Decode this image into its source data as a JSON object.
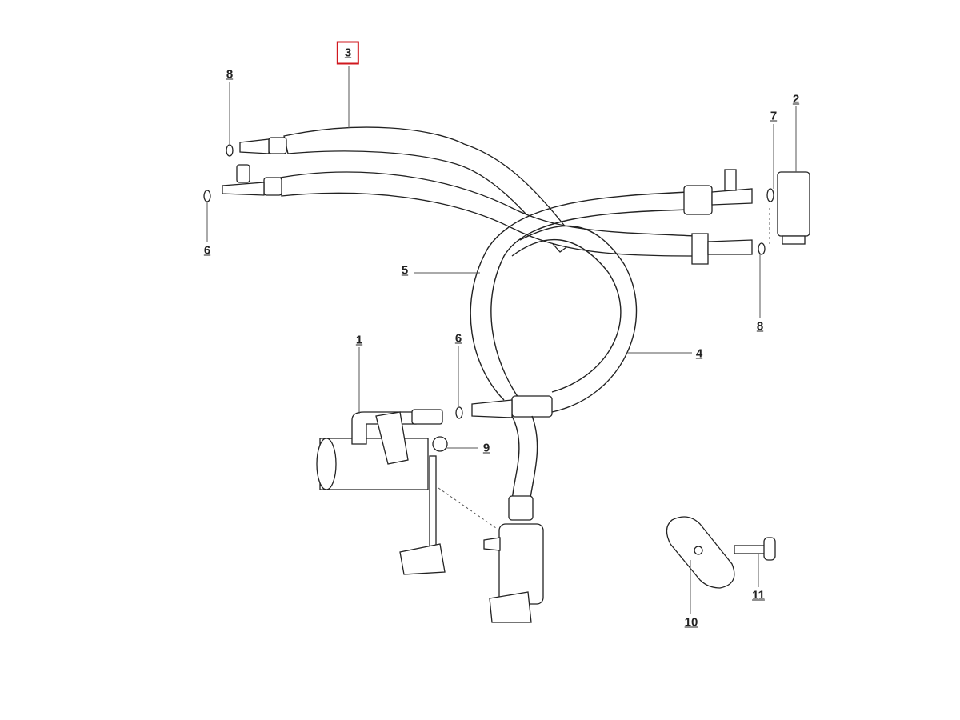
{
  "diagram": {
    "selected_part": "3",
    "highlight_color": "#d0181f",
    "callouts": [
      {
        "id": "c3",
        "label": "3"
      },
      {
        "id": "c8a",
        "label": "8"
      },
      {
        "id": "c6a",
        "label": "6"
      },
      {
        "id": "c5",
        "label": "5"
      },
      {
        "id": "c1",
        "label": "1"
      },
      {
        "id": "c6b",
        "label": "6"
      },
      {
        "id": "c9",
        "label": "9"
      },
      {
        "id": "c10",
        "label": "10"
      },
      {
        "id": "c11",
        "label": "11"
      },
      {
        "id": "c4",
        "label": "4"
      },
      {
        "id": "c8b",
        "label": "8"
      },
      {
        "id": "c7",
        "label": "7"
      },
      {
        "id": "c2",
        "label": "2"
      }
    ]
  }
}
